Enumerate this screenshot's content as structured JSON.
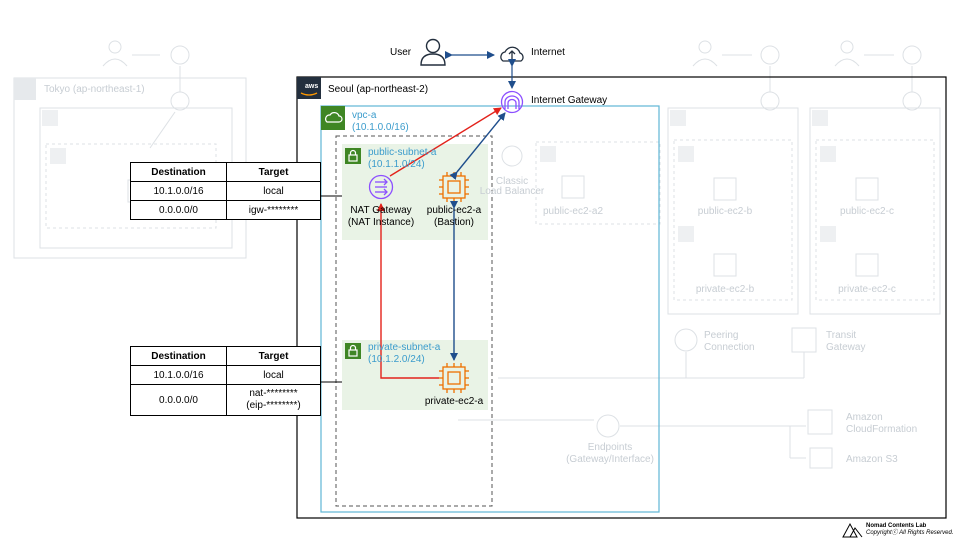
{
  "labels": {
    "user": "User",
    "internet": "Internet",
    "internet_gateway": "Internet Gateway",
    "region": "Seoul (ap-northeast-2)",
    "vpc_name": "vpc-a",
    "vpc_cidr": "(10.1.0.0/16)",
    "public_subnet_name": "public-subnet-a",
    "public_subnet_cidr": "(10.1.1.0/24)",
    "private_subnet_name": "private-subnet-a",
    "private_subnet_cidr": "(10.1.2.0/24)",
    "nat_line1": "NAT Gateway",
    "nat_line2": "(NAT Instance)",
    "bastion_line1": "public-ec2-a",
    "bastion_line2": "(Bastion)",
    "private_ec2": "private-ec2-a",
    "aws_logo": "aws"
  },
  "ghost_labels": {
    "tokyo": "Tokyo (ap-northeast-1)",
    "classic_lb_1": "Classic",
    "classic_lb_2": "Load Balancer",
    "public_ec2_a2": "public-ec2-a2",
    "public_ec2_b": "public-ec2-b",
    "private_ec2_b": "private-ec2-b",
    "public_ec2_c": "public-ec2-c",
    "private_ec2_c": "private-ec2-c",
    "peering_1": "Peering",
    "peering_2": "Connection",
    "transit_1": "Transit",
    "transit_2": "Gateway",
    "cloudformation_1": "Amazon",
    "cloudformation_2": "CloudFormation",
    "s3": "Amazon S3",
    "endpoints_1": "Endpoints",
    "endpoints_2": "(Gateway/Interface)"
  },
  "public_route_table": {
    "headers": [
      "Destination",
      "Target"
    ],
    "rows": [
      [
        "10.1.0.0/16",
        "local"
      ],
      [
        "0.0.0.0/0",
        "igw-********"
      ]
    ]
  },
  "private_route_table": {
    "headers": [
      "Destination",
      "Target"
    ],
    "rows": [
      [
        "10.1.0.0/16",
        "local"
      ],
      [
        "0.0.0.0/0",
        "nat-********",
        "(eip-********)"
      ]
    ]
  },
  "footer": {
    "brand": "Nomad Contents Lab",
    "copyright": "Copyrightⓒ All Rights Reserved."
  },
  "colors": {
    "vpc_border": "#5fb6d6",
    "subnet_fill": "#e9f3e6",
    "subnet_icon": "#3f8624",
    "ec2_orange": "#ed7100",
    "nat_purple": "#8c4fff",
    "route_red": "#e3221b",
    "route_blue": "#1f4e8c",
    "ghost": "#c7cdd3"
  }
}
